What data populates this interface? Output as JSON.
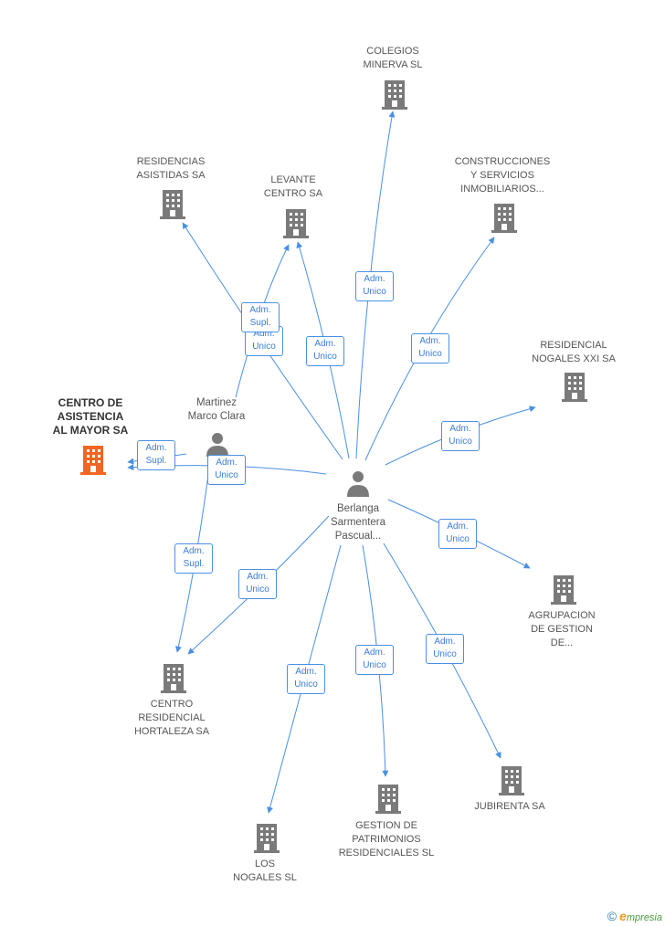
{
  "companies": {
    "centro_asistencia": "CENTRO DE\nASISTENCIA\nAL MAYOR SA",
    "colegios_minerva": "COLEGIOS\nMINERVA SL",
    "residencias_asistidas": "RESIDENCIAS\nASISTIDAS SA",
    "levante_centro": "LEVANTE\nCENTRO SA",
    "construcciones": "CONSTRUCCIONES\nY SERVICIOS\nINMOBILIARIOS...",
    "residencial_nogales": "RESIDENCIAL\nNOGALES XXI SA",
    "agrupacion": "AGRUPACION\nDE GESTION\nDE...",
    "centro_hortaleza": "CENTRO\nRESIDENCIAL\nHORTALEZA SA",
    "jubirenta": "JUBIRENTA SA",
    "gestion_patrimonios": "GESTION DE\nPATRIMONIOS\nRESIDENCIALES SL",
    "los_nogales": "LOS\nNOGALES SL"
  },
  "persons": {
    "martinez": "Martinez\nMarco Clara",
    "berlanga": "Berlanga\nSarmentera\nPascual..."
  },
  "edge_labels": {
    "adm_supl": "Adm.\nSupl.",
    "adm_unico": "Adm.\nUnico"
  },
  "colors": {
    "edge": "#4a90e2",
    "building": "#7a7a7a",
    "building_main": "#f26522",
    "person": "#7a7a7a"
  },
  "footer": {
    "copyright": "©",
    "brand_initial": "e",
    "brand": "mpresia"
  }
}
